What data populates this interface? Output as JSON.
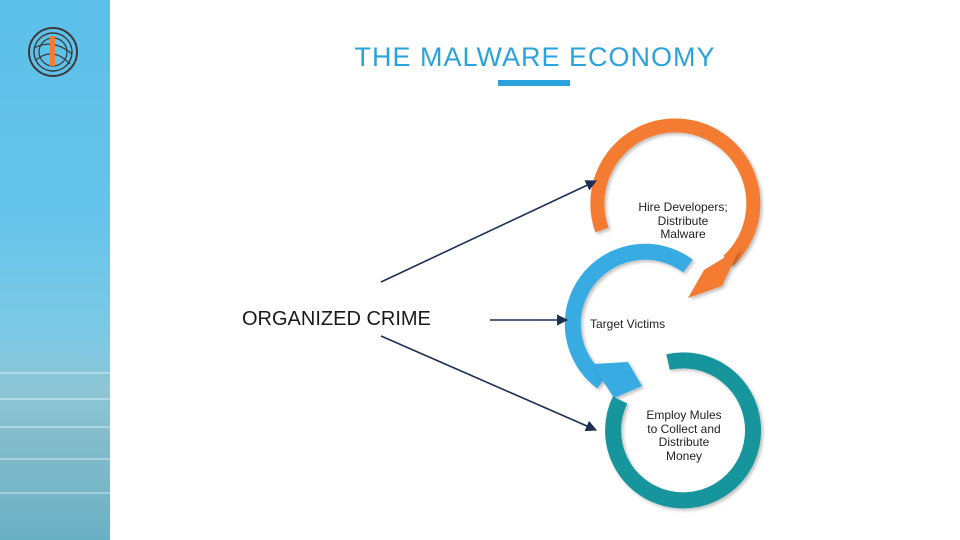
{
  "slide": {
    "title": "THE MALWARE ECONOMY"
  },
  "diagram": {
    "source": "ORGANIZED CRIME",
    "cycle": [
      {
        "label": "Hire Developers; Distribute Malware",
        "lines": [
          "Hire Developers;",
          "Distribute",
          "Malware"
        ],
        "color": "#f47b30"
      },
      {
        "label": "Target Victims",
        "lines": [
          "Target Victims"
        ],
        "color": "#38abe2"
      },
      {
        "label": "Employ Mules to Collect and Distribute Money",
        "lines": [
          "Employ Mules",
          "to Collect and",
          "Distribute",
          "Money"
        ],
        "color": "#17959c"
      }
    ],
    "arrow_color": "#1c2f52"
  },
  "icons": {
    "logo": "circular-emblem-icon"
  }
}
